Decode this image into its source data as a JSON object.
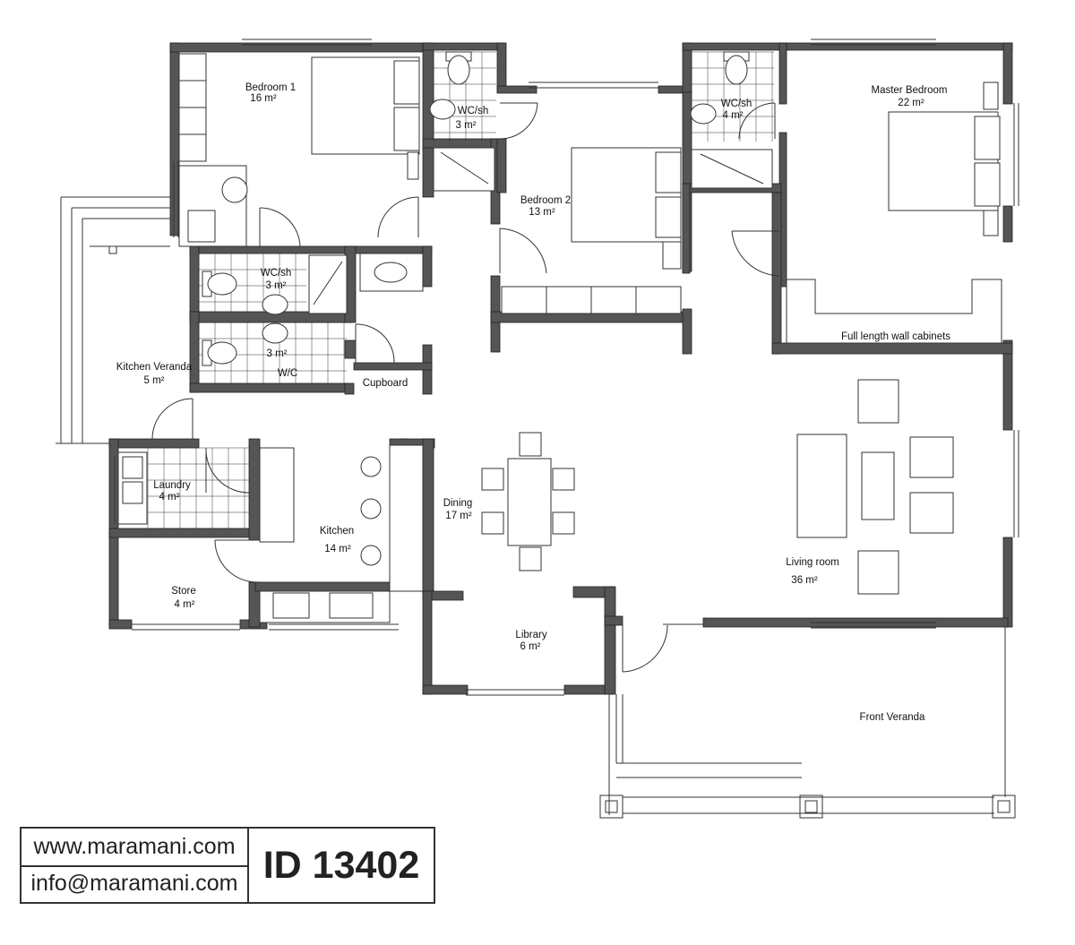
{
  "rooms": {
    "bedroom1": {
      "name": "Bedroom 1",
      "area": "16 m²"
    },
    "wcsh1": {
      "name": "WC/sh",
      "area": "3 m²"
    },
    "bedroom2": {
      "name": "Bedroom 2",
      "area": "13 m²"
    },
    "wcsh3": {
      "name": "WC/sh",
      "area": "4 m²"
    },
    "master": {
      "name": "Master Bedroom",
      "area": "22 m²"
    },
    "wcsh2": {
      "name": "WC/sh",
      "area": "3 m²"
    },
    "wc": {
      "name": "W/C",
      "area": "3 m²"
    },
    "cupboard": {
      "name": "Cupboard"
    },
    "cabinets": {
      "name": "Full length wall cabinets"
    },
    "kitchen_veranda": {
      "name": "Kitchen Veranda",
      "area": "5 m²"
    },
    "laundry": {
      "name": "Laundry",
      "area": "4 m²"
    },
    "kitchen": {
      "name": "Kitchen",
      "area": "14 m²"
    },
    "dining": {
      "name": "Dining",
      "area": "17 m²"
    },
    "living": {
      "name": "Living room",
      "area": "36 m²"
    },
    "store": {
      "name": "Store",
      "area": "4 m²"
    },
    "library": {
      "name": "Library",
      "area": "6 m²"
    },
    "front_veranda": {
      "name": "Front Veranda"
    }
  },
  "title_block": {
    "website": "www.maramani.com",
    "email": "info@maramani.com",
    "plan_id": "ID 13402"
  },
  "colors": {
    "wall": "#555555",
    "wall_edge": "#222222",
    "line": "#333333",
    "background": "#ffffff"
  }
}
